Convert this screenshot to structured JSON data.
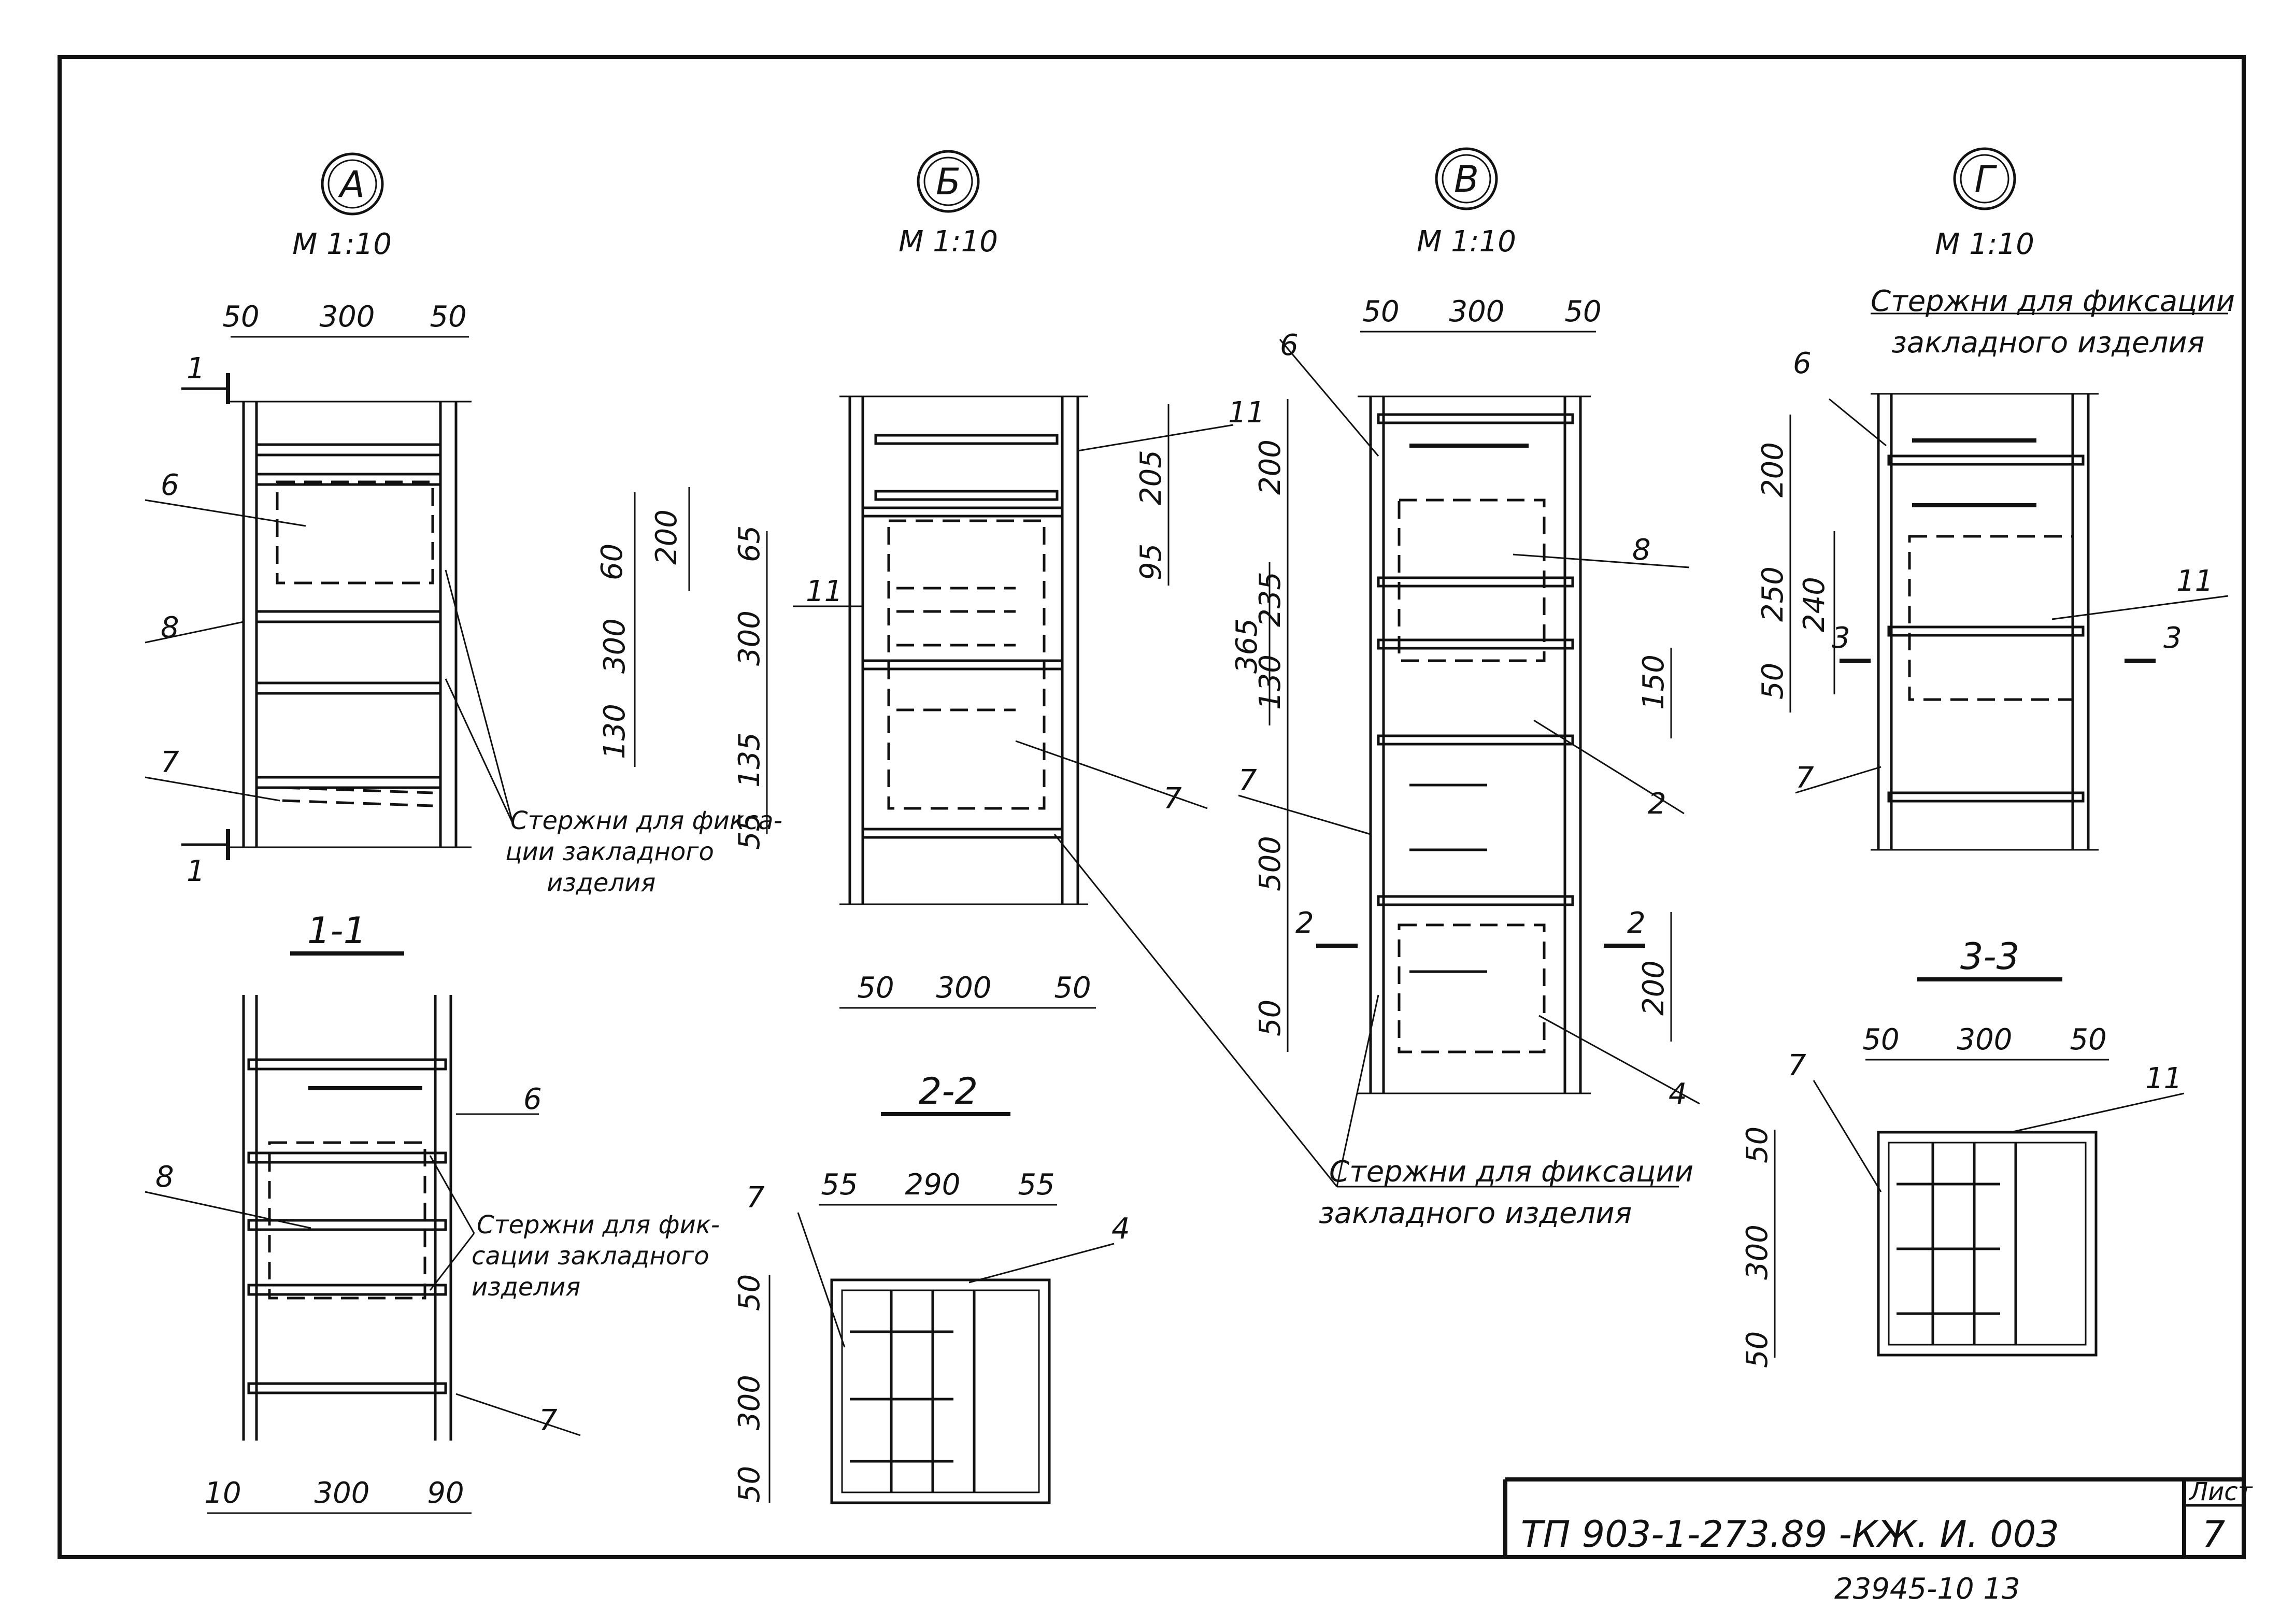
{
  "views": {
    "a": {
      "letter": "А",
      "scale": "М 1:10"
    },
    "b": {
      "letter": "Б",
      "scale": "М 1:10"
    },
    "v": {
      "letter": "В",
      "scale": "М 1:10"
    },
    "g": {
      "letter": "Г",
      "scale": "М 1:10"
    }
  },
  "sections": {
    "s11": "1-1",
    "s22": "2-2",
    "s33": "3-3"
  },
  "cut_marks": {
    "one": "1",
    "two": "2",
    "three": "3"
  },
  "notes": {
    "fix_rods_a_l1": "Стержни для фикса-",
    "fix_rods_a_l2": "ции закладного",
    "fix_rods_a_l3": "изделия",
    "fix_rods_11_l1": "Стержни для фик-",
    "fix_rods_11_l2": "сации закладного",
    "fix_rods_11_l3": "изделия",
    "fix_rods_v_l1": "Стержни для фиксации",
    "fix_rods_v_l2": "закладного изделия",
    "fix_rods_g_l1": "Стержни для фиксации",
    "fix_rods_g_l2": "закладного изделия"
  },
  "positions": {
    "p2": "2",
    "p4": "4",
    "p6": "6",
    "p7": "7",
    "p8": "8",
    "p11": "11"
  },
  "dims": {
    "d10": "10",
    "d50": "50",
    "d55": "55",
    "d60": "60",
    "d65": "65",
    "d90": "90",
    "d95": "95",
    "d130": "130",
    "d135": "135",
    "d150": "150",
    "d200": "200",
    "d205": "205",
    "d235": "235",
    "d240": "240",
    "d250": "250",
    "d290": "290",
    "d300": "300",
    "d365": "365",
    "d500": "500"
  },
  "title_block": {
    "code": "ТП 903-1-273.89 -КЖ. И. 003",
    "sheet_label": "Лист",
    "sheet_no": "7",
    "inventory": "23945-10   13"
  }
}
